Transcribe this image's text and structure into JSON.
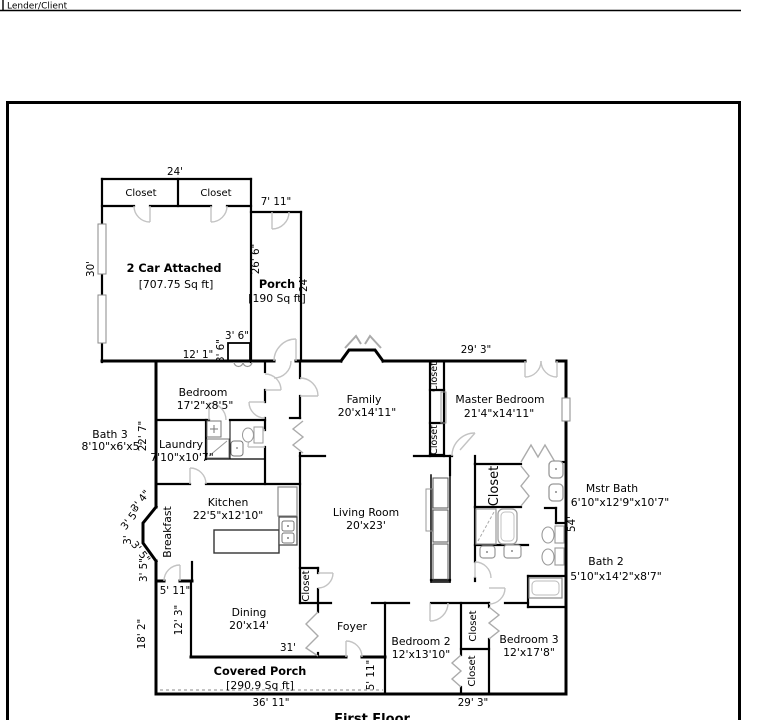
{
  "document": {
    "header_field_label": "Lender/Client",
    "sheet_title": "First Floor"
  },
  "floor_plan": {
    "garage": {
      "name": "2 Car Attached",
      "area": "[707.75 Sq ft]",
      "closet_left": "Closet",
      "closet_right": "Closet",
      "dim_top": "24'",
      "dim_left": "30'",
      "dim_bottom": "12' 1\"",
      "step_dim_top": "3' 6\"",
      "step_dim_side": "3' 6\""
    },
    "porch": {
      "name": "Porch",
      "area": "[190 Sq ft]",
      "dim_top": "7' 11\"",
      "dim_left": "26' 6\"",
      "dim_right": "24'"
    },
    "covered_porch": {
      "name": "Covered Porch",
      "area": "[290.9 Sq ft]"
    },
    "rooms": {
      "family": {
        "name": "Family",
        "size": "20'x14'11\""
      },
      "master_bedroom": {
        "name": "Master Bedroom",
        "size": "21'4\"x14'11\""
      },
      "bedroom": {
        "name": "Bedroom",
        "size": "17'2\"x8'5\""
      },
      "bath3": {
        "name": "Bath 3",
        "size": "8'10\"x6'x5'"
      },
      "laundry": {
        "name": "Laundry",
        "size": "7'10\"x10'7\""
      },
      "kitchen": {
        "name": "Kitchen",
        "size": "22'5\"x12'10\""
      },
      "breakfast": {
        "name": "Breakfast"
      },
      "living_room": {
        "name": "Living Room",
        "size": "20'x23'"
      },
      "dining": {
        "name": "Dining",
        "size": "20'x14'"
      },
      "foyer": {
        "name": "Foyer"
      },
      "master_bath": {
        "name": "Mstr Bath",
        "size": "6'10\"x12'9\"x10'7\""
      },
      "bath2": {
        "name": "Bath 2",
        "size": "5'10\"x14'2\"x8'7\""
      },
      "bedroom2": {
        "name": "Bedroom 2",
        "size": "12'x13'10\""
      },
      "bedroom3": {
        "name": "Bedroom 3",
        "size": "12'x17'8\""
      }
    },
    "closet_texts": [
      "Closet",
      "Closet",
      "Closet",
      "Closet",
      "Closet",
      "Closet",
      "Closet",
      "Closet"
    ],
    "dimensions": {
      "top_right_width": "29' 3\"",
      "right_height": "54'",
      "bottom_right_width": "29' 3\"",
      "bottom_left_width": "36' 11\"",
      "dining_width": "31'",
      "foyer_porch_depth": "5' 11\"",
      "breakfast_door_width": "5' 11\"",
      "side_strip_depth": "12' 3\"",
      "porch_left_height": "18' 2\"",
      "laundry_wall_height": "22' 7\"",
      "bay_1": "3' 4\"",
      "bay_2": "3' 5\"",
      "bay_3": "3'",
      "bay_4": "3' 5\"",
      "bay_5": "3' 5\""
    }
  }
}
